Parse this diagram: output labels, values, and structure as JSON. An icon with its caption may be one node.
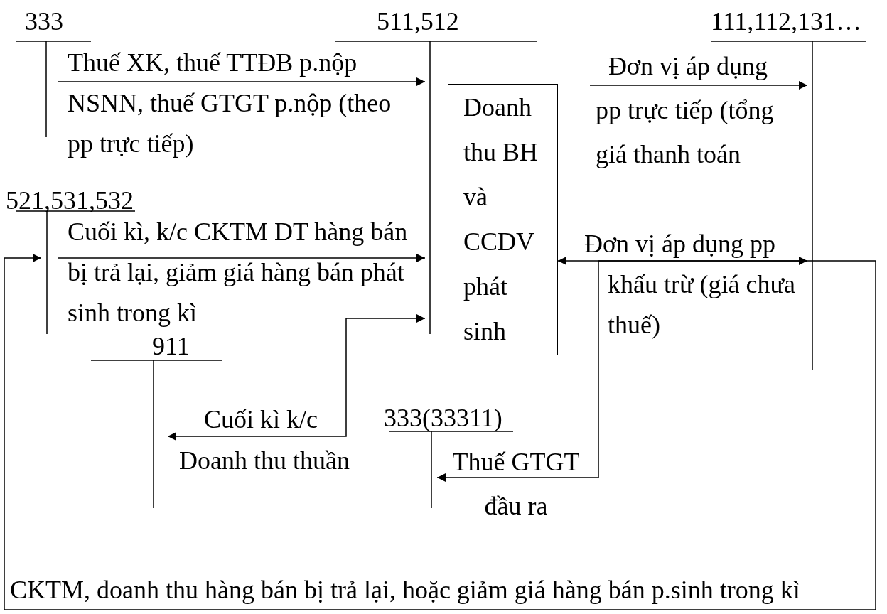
{
  "diagram": {
    "nodes": [
      {
        "text": [
          "333"
        ]
      },
      {
        "text": [
          "511,512"
        ]
      },
      {
        "text": [
          "111,112,131…"
        ]
      },
      {
        "text": [
          "521,531,532"
        ]
      },
      {
        "text": [
          "Doanh thu BH và CCDV phát sinh"
        ]
      },
      {
        "text": [
          "911"
        ]
      },
      {
        "text": [
          "333(33311)"
        ]
      }
    ],
    "edges": [
      {
        "from": 0,
        "to": 1,
        "arrow": "to",
        "label": "Thuế XK, thuế TTĐB p.nộp NSNN, thuế GTGT p.nộp (theo pp trực tiếp)"
      },
      {
        "from": 3,
        "to": 1,
        "arrow": "to",
        "label": "Cuối kì, k/c CKTM DT hàng bán bị trả lại, giảm giá hàng bán phát sinh trong kì"
      },
      {
        "from": 1,
        "to": 5,
        "arrow": "both",
        "label": "Cuối kì k/c Doanh thu thuần"
      },
      {
        "from": 4,
        "to": 2,
        "arrow": "both",
        "label": "Đơn vị áp dụng pp khấu trừ (giá chưa thuế)"
      },
      {
        "from": null,
        "to": 2,
        "arrow": "to",
        "label": "Đơn vị áp dụng pp trực tiếp (tổng giá thanh toán"
      },
      {
        "from": 2,
        "to": 6,
        "arrow": "to",
        "label": "Thuế GTGT đầu ra"
      },
      {
        "from": 2,
        "to": 3,
        "arrow": "to",
        "label": "CKTM, doanh thu hàng bán bị trả lại, hoặc giảm giá hàng bán p.sinh trong kì"
      }
    ]
  }
}
